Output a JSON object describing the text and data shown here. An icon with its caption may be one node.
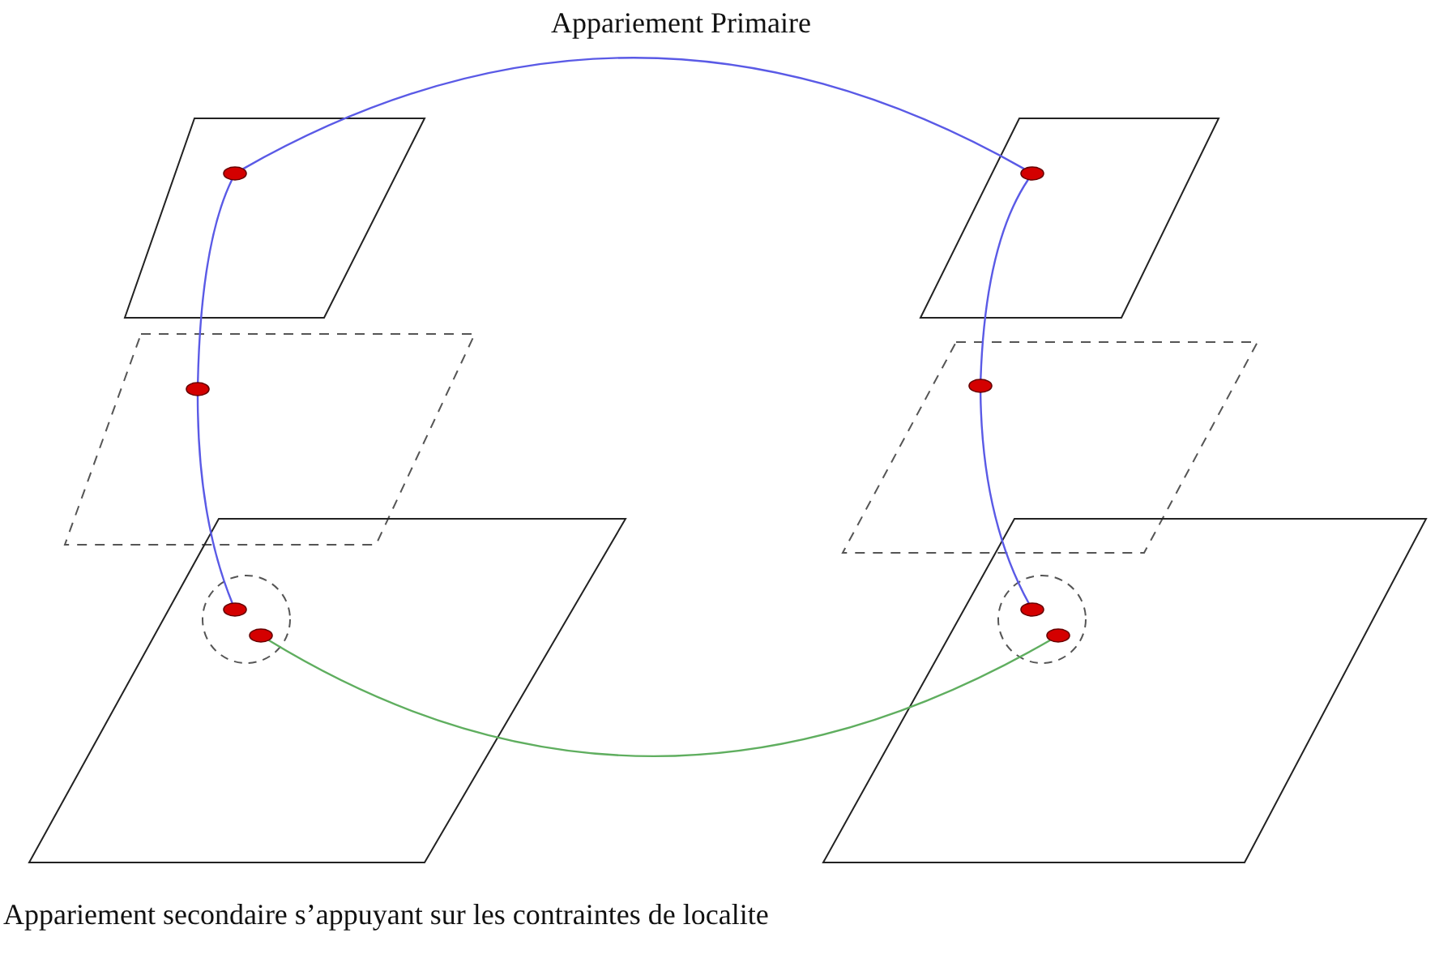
{
  "diagram": {
    "title": "Appariement Primaire",
    "caption": "Appariement secondaire s’appuyant sur les contraintes de localite",
    "nodes": [
      {
        "text": [],
        "shape": "circle"
      },
      {
        "text": [],
        "shape": "circle"
      },
      {
        "text": [],
        "shape": "circle"
      },
      {
        "text": [],
        "shape": "circle"
      },
      {
        "text": [],
        "shape": "circle"
      },
      {
        "text": [],
        "shape": "circle"
      },
      {
        "text": [],
        "shape": "circle"
      },
      {
        "text": [],
        "shape": "circle"
      }
    ],
    "edges": [
      {
        "from": 0,
        "to": 4,
        "arrow": "none"
      },
      {
        "from": 0,
        "to": 1,
        "arrow": "none"
      },
      {
        "from": 1,
        "to": 2,
        "arrow": "none"
      },
      {
        "from": 4,
        "to": 5,
        "arrow": "none"
      },
      {
        "from": 5,
        "to": 6,
        "arrow": "none"
      },
      {
        "from": 3,
        "to": 7,
        "arrow": "none",
        "color": "#5fae5f"
      }
    ]
  }
}
